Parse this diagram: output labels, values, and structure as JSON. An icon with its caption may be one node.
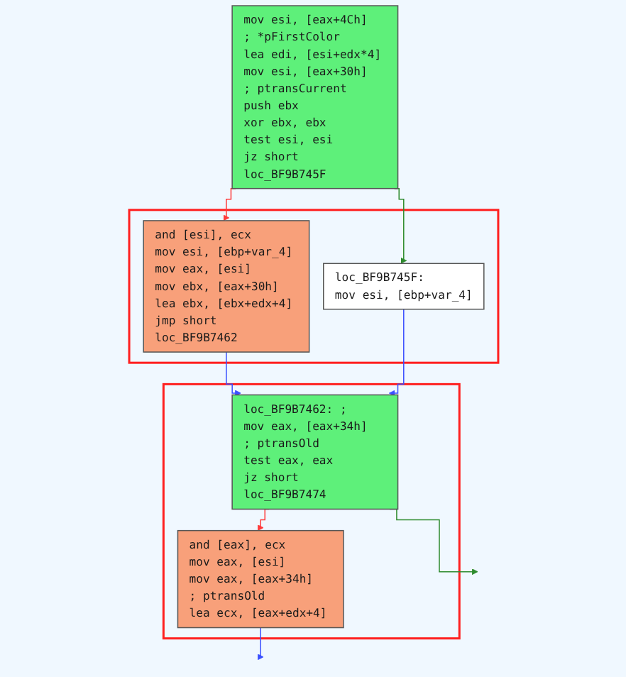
{
  "diagram": {
    "nodes": [
      {
        "text": [
          "mov esi, [eax+4Ch] ; *pFirstColor",
          "lea edi, [esi+edx*4]",
          "mov esi, [eax+30h] ; ptransCurrent",
          "push ebx",
          "xor ebx, ebx",
          "test esi, esi",
          "jz short loc_BF9B745F"
        ]
      },
      {
        "text": [],
        "shape": "box"
      },
      {
        "text": [
          "and [esi], ecx",
          "mov esi, [ebp+var_4]",
          "mov eax, [esi]",
          "mov ebx, [eax+30h]",
          "lea ebx, [ebx+edx+4]",
          "jmp short loc_BF9B7462"
        ],
        "in": 1
      },
      {
        "text": [
          "loc_BF9B745F:",
          "mov esi, [ebp+var_4]"
        ],
        "in": 1
      },
      {
        "text": [],
        "shape": "box"
      },
      {
        "text": [
          "loc_BF9B7462: ;",
          "mov eax, [eax+34h] ; ptransOld",
          "test eax, eax",
          "jz short loc_BF9B7474"
        ],
        "in": 4
      },
      {
        "text": [
          "and [eax], ecx",
          "mov eax, [esi]",
          "mov eax, [eax+34h] ; ptransOld",
          "lea ecx, [eax+edx+4]"
        ],
        "in": 4
      }
    ],
    "edges": [
      {
        "from": 0,
        "to": 2,
        "arrow": "to",
        "color": "#ff3b3b"
      },
      {
        "from": 0,
        "to": 3,
        "arrow": "to",
        "color": "#2e8b2e"
      },
      {
        "from": 2,
        "to": 5,
        "arrow": "to",
        "color": "#3a50ff"
      },
      {
        "from": 3,
        "to": 5,
        "arrow": "to",
        "color": "#3a50ff"
      },
      {
        "from": 5,
        "to": 6,
        "arrow": "to",
        "color": "#ff3b3b"
      },
      {
        "from": 5,
        "to": null,
        "arrow": "to",
        "color": "#2e8b2e"
      },
      {
        "from": 6,
        "to": null,
        "arrow": "to",
        "color": "#3a50ff"
      }
    ]
  }
}
